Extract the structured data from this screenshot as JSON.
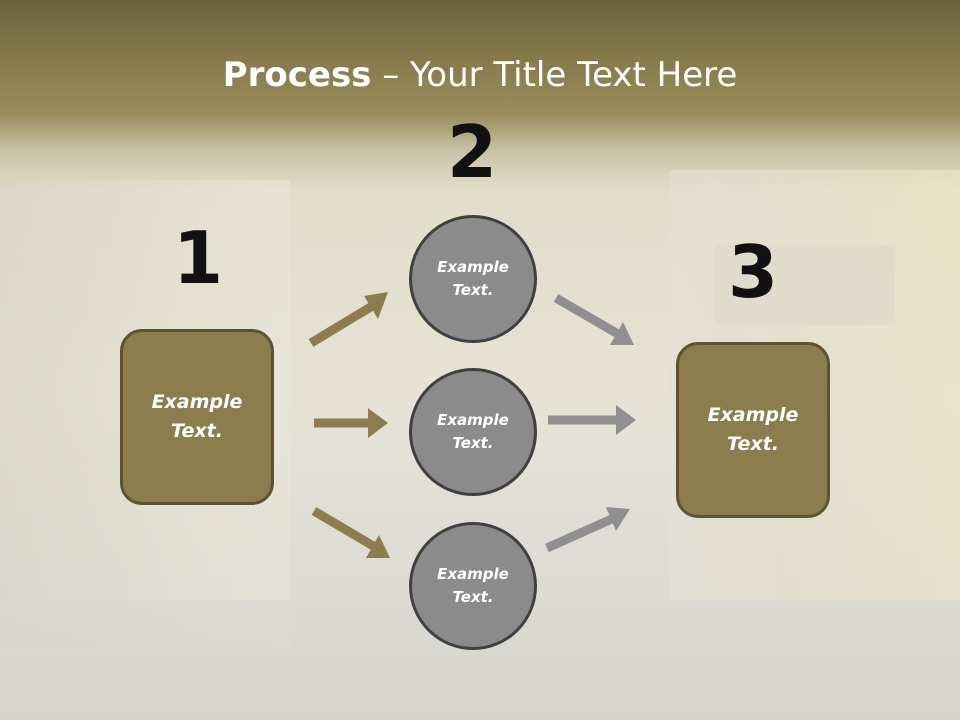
{
  "slide": {
    "title_bold": "Process",
    "title_rest": " – Your Title Text Here"
  },
  "steps": {
    "one": "1",
    "two": "2",
    "three": "3"
  },
  "left_box": {
    "text": "Example Text."
  },
  "right_box": {
    "text": "Example Text."
  },
  "circles": [
    {
      "text": "Example Text."
    },
    {
      "text": "Example Text."
    },
    {
      "text": "Example Text."
    }
  ],
  "colors": {
    "box_fill": "#8d7c4d",
    "box_border": "#5d5333",
    "circle_fill": "#8b8b8b",
    "circle_border": "#404040",
    "arrow_left": "#8d7c4d",
    "arrow_right": "#8f8f8f",
    "title_text": "#ffffff",
    "number_text": "#111111"
  }
}
